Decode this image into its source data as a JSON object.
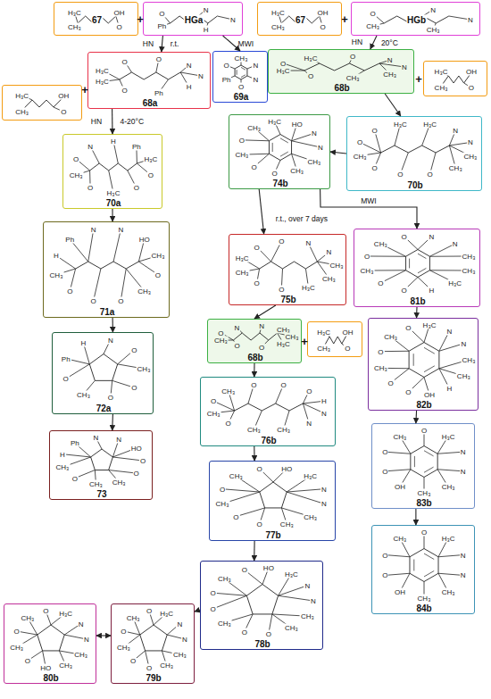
{
  "diagram": {
    "nodes": [
      {
        "text": [
          "H₃C",
          "OH",
          "O",
          "CH₃",
          "67"
        ]
      },
      {
        "text": [
          "O",
          "N",
          "N",
          "H",
          "Ph",
          "HGa"
        ]
      },
      {
        "text": [
          "H₃C",
          "OH",
          "O",
          "CH₃",
          "67"
        ]
      },
      {
        "text": [
          "O",
          "N",
          "N",
          "CH₃",
          "CH₃",
          "HGb"
        ]
      },
      {
        "text": [
          "H₃C",
          "OH",
          "O",
          "CH₃"
        ]
      },
      {
        "text": [
          "H₃C",
          "O",
          "O",
          "N",
          "N",
          "H",
          "Ph",
          "O",
          "H₃C",
          "68a"
        ]
      },
      {
        "text": [
          "O",
          "CH₃",
          "N",
          "N",
          "O",
          "Ph",
          "69a"
        ]
      },
      {
        "text": [
          "O",
          "H₃C",
          "O",
          "N",
          "N",
          "CH₃",
          "CH₃",
          "O",
          "H₃C",
          "68b"
        ]
      },
      {
        "text": [
          "H₃C",
          "OH",
          "O",
          "CH₃"
        ]
      },
      {
        "text": [
          "O",
          "N",
          "H",
          "Ph",
          "H₃C",
          "O",
          "O",
          "H₃C",
          "O",
          "CH₃",
          "70a"
        ]
      },
      {
        "text": [
          "O",
          "CH₃",
          "H₃C",
          "HO",
          "N",
          "N",
          "CH₃",
          "CH₃",
          "O",
          "O",
          "CH₃",
          "74b"
        ]
      },
      {
        "text": [
          "O",
          "O",
          "H₃C",
          "H₃C",
          "N",
          "N",
          "CH₃",
          "CH₃",
          "O",
          "O",
          "O",
          "CH₃",
          "70b"
        ]
      },
      {
        "text": [
          "H",
          "Ph",
          "N",
          "N",
          "HO",
          "CH₃",
          "O",
          "CH₃",
          "O",
          "O",
          "O",
          "CH₃",
          "71a"
        ]
      },
      {
        "text": [
          "H₃C",
          "O",
          "O",
          "N",
          "N",
          "CH₃",
          "CH₃",
          "H₃C",
          "O",
          "O",
          "CH₃",
          "75b"
        ]
      },
      {
        "text": [
          "O",
          "CH₃",
          "O",
          "N",
          "N",
          "CH₃",
          "CH₃",
          "H₃C",
          "H",
          "O",
          "O",
          "CH₃",
          "81b"
        ]
      },
      {
        "text": [
          "Ph",
          "H",
          "N",
          "O",
          "CH₃",
          "O",
          "O",
          "CH₃",
          "O",
          "72a"
        ]
      },
      {
        "text": [
          "O",
          "N",
          "N",
          "CH₃",
          "CH₃",
          "H₃C",
          "O",
          "O",
          "CH₃",
          "68b"
        ]
      },
      {
        "text": [
          "H₃C",
          "OH",
          "O",
          "CH₃"
        ]
      },
      {
        "text": [
          "O",
          "CH₃",
          "O",
          "H₃C",
          "N",
          "N",
          "CH₃",
          "CH₃",
          "H",
          "OH",
          "O",
          "O",
          "CH₃",
          "82b"
        ]
      },
      {
        "text": [
          "H",
          "Ph",
          "N",
          "N",
          "HO",
          "O",
          "O",
          "CH₃",
          "CH₃",
          "O",
          "CH₃",
          "73"
        ]
      },
      {
        "text": [
          "O",
          "CH₃",
          "O",
          "O",
          "O",
          "H",
          "N",
          "N",
          "CH₃",
          "CH₃",
          "O",
          "CH₃",
          "76b"
        ]
      },
      {
        "text": [
          "O",
          "CH₃",
          "O",
          "H₃C",
          "N",
          "N",
          "CH₃",
          "CH₃",
          "OH",
          "O",
          "83b"
        ]
      },
      {
        "text": [
          "O",
          "CH₃",
          "O",
          "HO",
          "H₃C",
          "N",
          "N",
          "CH₃",
          "CH₃",
          "O",
          "O",
          "CH₃",
          "77b"
        ]
      },
      {
        "text": [
          "O",
          "CH₃",
          "O",
          "H₃C",
          "N",
          "N",
          "CH₃",
          "CH₃",
          "OH",
          "O",
          "84b"
        ]
      },
      {
        "text": [
          "O",
          "CH₃",
          "O",
          "HO",
          "H₃C",
          "N",
          "N",
          "CH₃",
          "CH₃",
          "O",
          "O",
          "CH₃",
          "O",
          "78b"
        ]
      },
      {
        "text": [
          "O",
          "CH₃",
          "O",
          "H₃C",
          "N",
          "N",
          "CH₃",
          "CH₃",
          "O",
          "O",
          "CH₃",
          "79b"
        ]
      },
      {
        "text": [
          "O",
          "CH₃",
          "O",
          "H₃C",
          "N",
          "N",
          "CH₃",
          "CH₃",
          "HO",
          "O",
          "CH₃",
          "80b"
        ]
      }
    ],
    "edges": [
      {
        "from": 1,
        "to": 5,
        "arrow": "to",
        "label": "r.t."
      },
      {
        "from": 1,
        "to": 6,
        "arrow": "to",
        "label": "MWI"
      },
      {
        "from": 3,
        "to": 7,
        "arrow": "to",
        "label": "20°C"
      },
      {
        "from": 5,
        "to": 9,
        "arrow": "to",
        "label": "4-20°C"
      },
      {
        "from": 9,
        "to": 12,
        "arrow": "to"
      },
      {
        "from": 12,
        "to": 15,
        "arrow": "to"
      },
      {
        "from": 15,
        "to": 19,
        "arrow": "to"
      },
      {
        "from": 7,
        "to": 11,
        "arrow": "to"
      },
      {
        "from": 11,
        "to": 10,
        "arrow": "to"
      },
      {
        "from": 10,
        "to": 13,
        "arrow": "to",
        "label": "r.t., over 7 days"
      },
      {
        "from": 10,
        "to": 14,
        "arrow": "to",
        "label": "MWI"
      },
      {
        "from": 14,
        "to": 18,
        "arrow": "to"
      },
      {
        "from": 18,
        "to": 21,
        "arrow": "to"
      },
      {
        "from": 21,
        "to": 23,
        "arrow": "to"
      },
      {
        "from": 13,
        "to": 16,
        "arrow": "to"
      },
      {
        "from": 16,
        "to": 20,
        "arrow": "to"
      },
      {
        "from": 20,
        "to": 22,
        "arrow": "to"
      },
      {
        "from": 22,
        "to": 24,
        "arrow": "to"
      },
      {
        "from": 24,
        "to": 25,
        "arrow": "to"
      },
      {
        "from": 25,
        "to": 26,
        "arrow": "both"
      }
    ],
    "labels": [
      "+",
      "+",
      "+",
      "+",
      "+",
      "HN",
      "HN",
      "HN"
    ]
  }
}
